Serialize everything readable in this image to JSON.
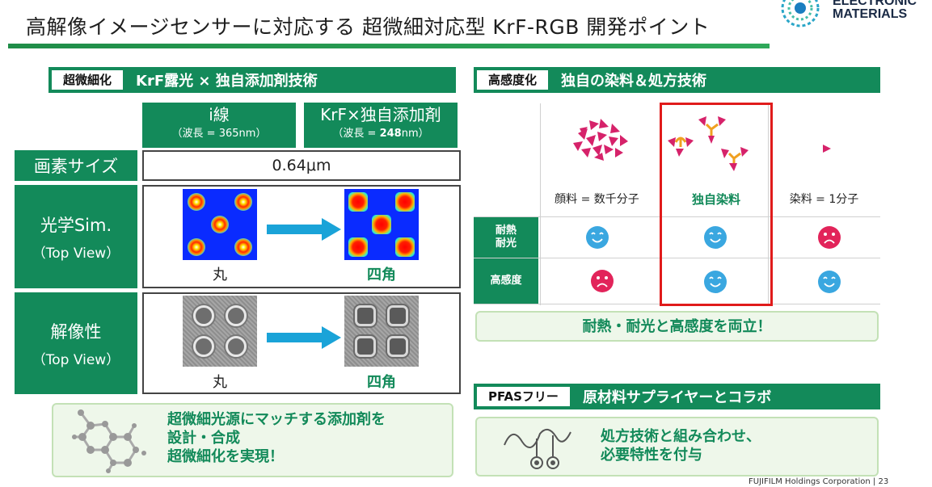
{
  "title": "高解像イメージセンサーに対応する 超微細対応型 KrF-RGB 開発ポイント",
  "brand": {
    "line1": "ELECTRONIC",
    "line2": "MATERIALS"
  },
  "left": {
    "tag": "超微細化",
    "heading": "KrF露光 × 独自添加剤技術",
    "columns": [
      {
        "main": "i線",
        "sub_prefix": "（波長 = ",
        "sub_value": "365",
        "sub_unit": "nm）"
      },
      {
        "main": "KrF×独自添加剤",
        "sub_prefix": "（波長 = ",
        "sub_value": "248",
        "sub_unit": "nm）"
      }
    ],
    "rows": [
      {
        "label": "画素サイズ",
        "value": "0.64μm"
      },
      {
        "label": "光学Sim.",
        "sublabel": "（Top View）",
        "caption_left": "丸",
        "caption_right": "四角"
      },
      {
        "label": "解像性",
        "sublabel": "（Top View）",
        "caption_left": "丸",
        "caption_right": "四角"
      }
    ],
    "callout": [
      "超微細光源にマッチする添加剤を",
      "設計・合成",
      "超微細化を実現！"
    ]
  },
  "right": {
    "tag": "高感度化",
    "heading": "独自の染料＆処方技術",
    "columns": [
      "顔料 = 数千分子",
      "独自染料",
      "染料 = 1分子"
    ],
    "rows": [
      {
        "label": "耐熱\n耐光",
        "faces": [
          "happy",
          "happy",
          "sad"
        ]
      },
      {
        "label": "高感度",
        "faces": [
          "sad",
          "happy",
          "happy"
        ]
      }
    ],
    "summary": "耐熱・耐光と高感度を両立！",
    "pfas_tag": "PFASフリー",
    "pfas_heading": "原材料サプライヤーとコラボ",
    "pfas_callout": [
      "処方技術と組み合わせ、",
      "必要特性を付与"
    ]
  },
  "footer": "FUJIFILM Holdings Corporation  |  23",
  "colors": {
    "green": "#138a5a",
    "highlight": "#e01b1b",
    "happy": "#3aa7e0",
    "sad": "#e2245a"
  }
}
